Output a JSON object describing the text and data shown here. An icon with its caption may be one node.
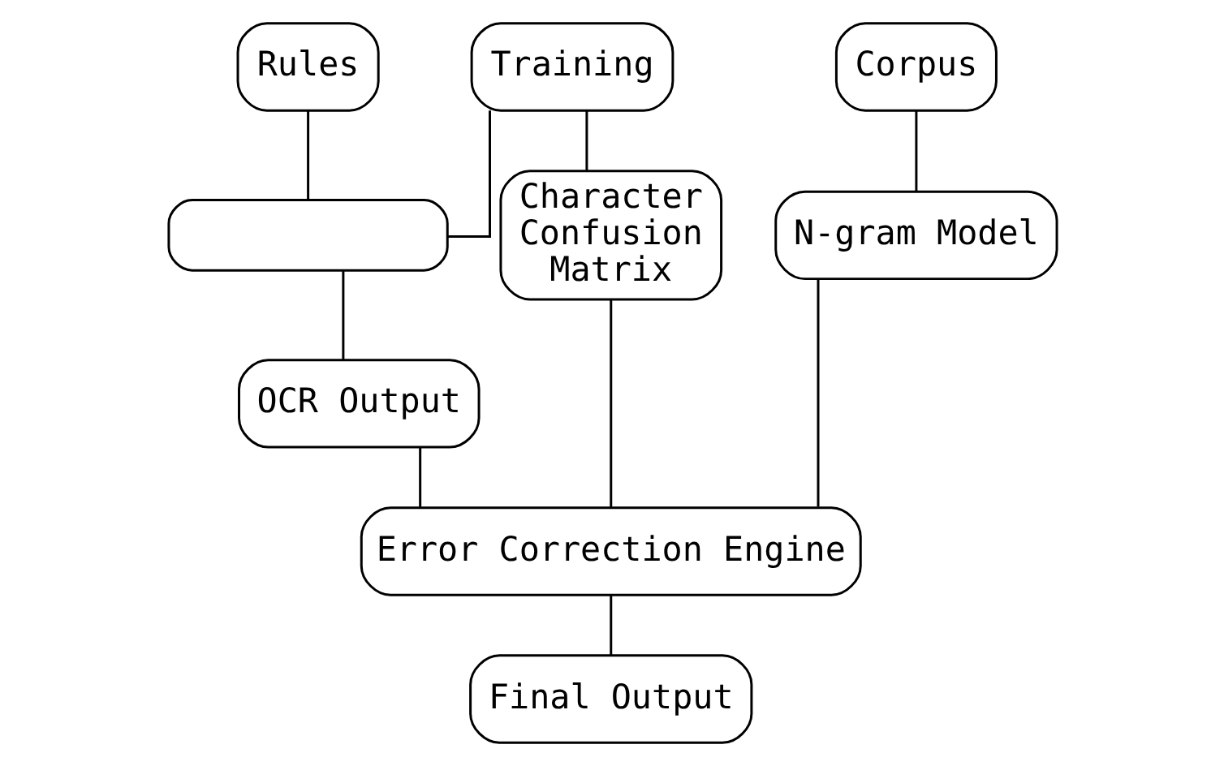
{
  "diagram": {
    "nodes": [
      {
        "text": [
          "Rules"
        ]
      },
      {
        "text": [
          "Training"
        ]
      },
      {
        "text": [
          "Corpus"
        ]
      },
      {
        "text": [],
        "shape": "box"
      },
      {
        "text": [
          "Character Confusion Matrix"
        ]
      },
      {
        "text": [
          "N-gram Model"
        ]
      },
      {
        "text": [
          "OCR Output"
        ]
      },
      {
        "text": [
          "Error Correction Engine"
        ]
      },
      {
        "text": [
          "Final Output"
        ]
      }
    ],
    "edges": [
      {
        "from": 0,
        "to": 3,
        "arrow": "none"
      },
      {
        "from": 1,
        "to": 3,
        "arrow": "none"
      },
      {
        "from": 1,
        "to": 4,
        "arrow": "none"
      },
      {
        "from": 2,
        "to": 5,
        "arrow": "none"
      },
      {
        "from": 3,
        "to": 6,
        "arrow": "none"
      },
      {
        "from": 6,
        "to": 7,
        "arrow": "none"
      },
      {
        "from": 4,
        "to": 7,
        "arrow": "none"
      },
      {
        "from": 5,
        "to": 7,
        "arrow": "none"
      },
      {
        "from": 7,
        "to": 8,
        "arrow": "none"
      }
    ]
  }
}
